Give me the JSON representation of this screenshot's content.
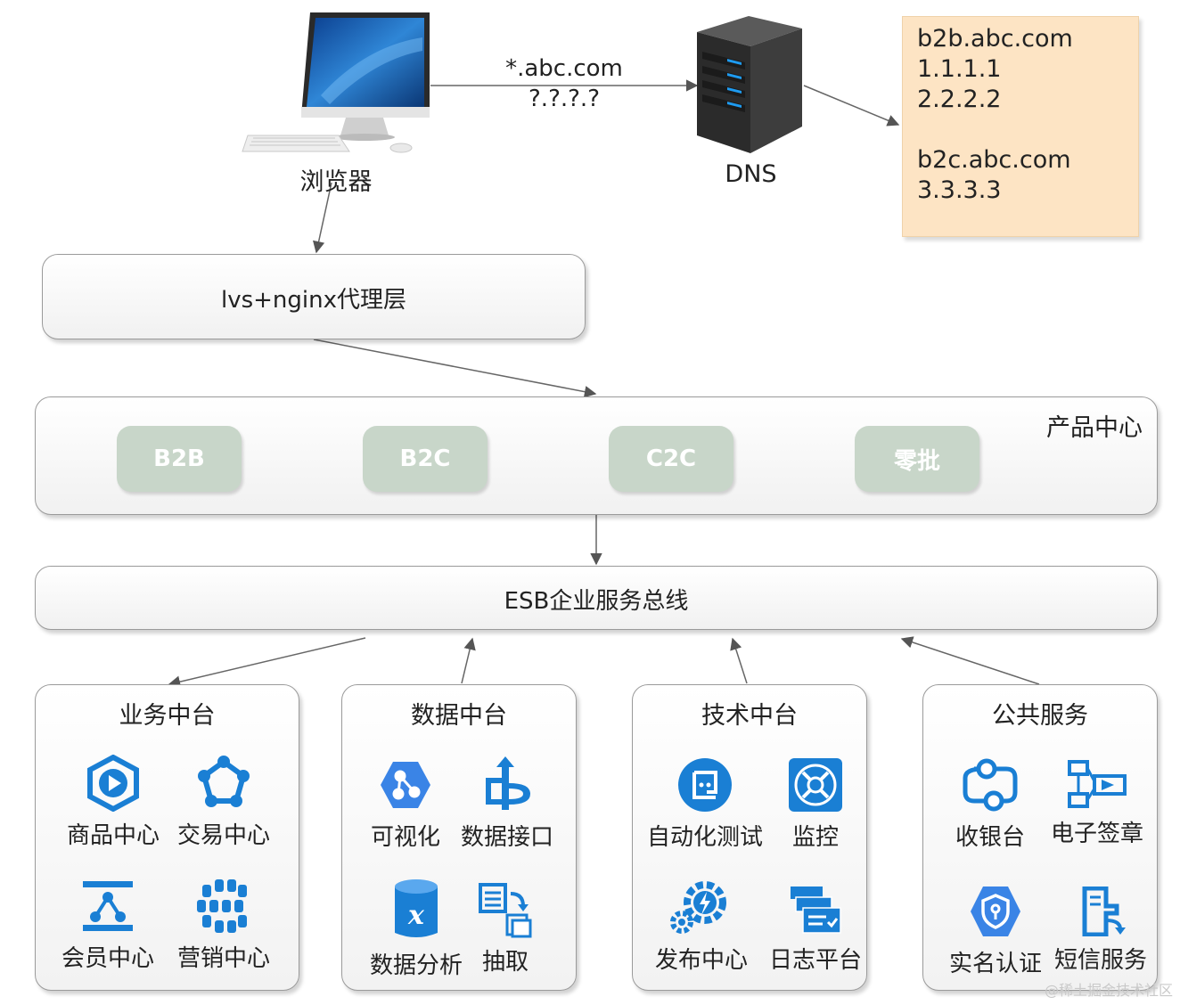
{
  "browser": {
    "label": "浏览器"
  },
  "edge_browser_dns": {
    "domain": "*.abc.com",
    "ip": "?.?.?.?"
  },
  "dns": {
    "label": "DNS"
  },
  "dns_records": {
    "lines": [
      "b2b.abc.com",
      "1.1.1.1",
      "2.2.2.2",
      "",
      "b2c.abc.com",
      "3.3.3.3"
    ]
  },
  "proxy_layer": {
    "label": "lvs+nginx代理层"
  },
  "product_center": {
    "title": "产品中心",
    "items": [
      {
        "label": "B2B"
      },
      {
        "label": "B2C"
      },
      {
        "label": "C2C"
      },
      {
        "label": "零批"
      }
    ]
  },
  "esb": {
    "label": "ESB企业服务总线"
  },
  "modules": [
    {
      "title": "业务中台",
      "items": [
        {
          "label": "商品中心",
          "icon": "product-center-icon"
        },
        {
          "label": "交易中心",
          "icon": "trade-center-icon"
        },
        {
          "label": "会员中心",
          "icon": "member-center-icon"
        },
        {
          "label": "营销中心",
          "icon": "marketing-center-icon"
        }
      ]
    },
    {
      "title": "数据中台",
      "items": [
        {
          "label": "可视化",
          "icon": "visualization-icon"
        },
        {
          "label": "数据接口",
          "icon": "data-interface-icon"
        },
        {
          "label": "数据分析",
          "icon": "data-analysis-icon"
        },
        {
          "label": "抽取",
          "icon": "extract-icon"
        }
      ]
    },
    {
      "title": "技术中台",
      "items": [
        {
          "label": "自动化测试",
          "icon": "automation-test-icon"
        },
        {
          "label": "监控",
          "icon": "monitor-icon"
        },
        {
          "label": "发布中心",
          "icon": "release-center-icon"
        },
        {
          "label": "日志平台",
          "icon": "log-platform-icon"
        }
      ]
    },
    {
      "title": "公共服务",
      "items": [
        {
          "label": "收银台",
          "icon": "cashier-icon"
        },
        {
          "label": "电子签章",
          "icon": "e-signature-icon"
        },
        {
          "label": "实名认证",
          "icon": "real-name-auth-icon"
        },
        {
          "label": "短信服务",
          "icon": "sms-service-icon"
        }
      ]
    }
  ],
  "colors": {
    "icon_blue": "#1a7fd4",
    "product_button": "#c8d6c9",
    "note_bg": "#fde4c4"
  },
  "watermark": "@稀土掘金技术社区"
}
